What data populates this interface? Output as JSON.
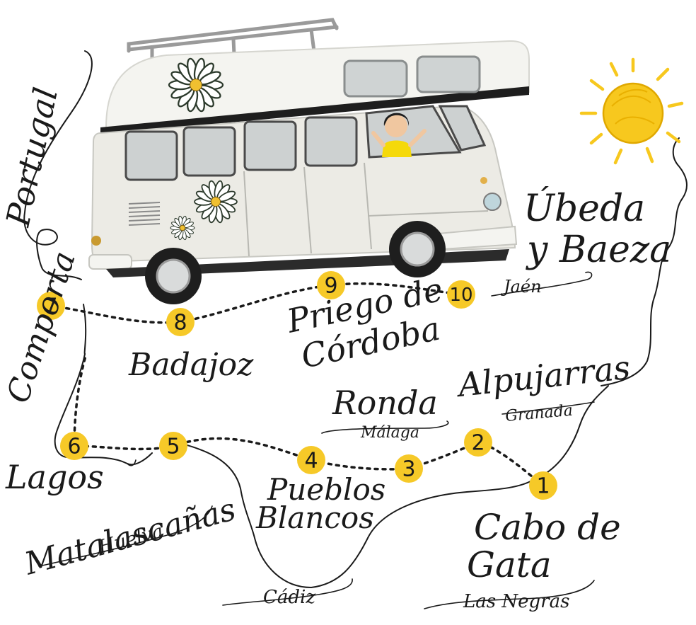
{
  "colors": {
    "marker": "#f6c928",
    "ink": "#1a1a1a",
    "sun": "#f7c81e",
    "van_body": "#ecebe5",
    "van_roof": "#f4f4f0",
    "shirt": "#f5d90a"
  },
  "map": {
    "country_label": "Portugal",
    "region_label": "Comporta",
    "stops": [
      {
        "number": "1",
        "name": "Cabo de Gata",
        "sub": "Las Negras"
      },
      {
        "number": "2",
        "name": "Alpujarras",
        "sub": "Granada"
      },
      {
        "number": "3",
        "name": "Ronda",
        "sub": "Málaga"
      },
      {
        "number": "4",
        "name": "Pueblos Blancos",
        "sub": ""
      },
      {
        "number": "5",
        "name": "Matalascañas",
        "sub": "Huelva"
      },
      {
        "number": "6",
        "name": "Lagos",
        "sub": ""
      },
      {
        "number": "7",
        "name": "Comporta",
        "sub": ""
      },
      {
        "number": "8",
        "name": "Badajoz",
        "sub": ""
      },
      {
        "number": "9",
        "name": "Priego de Córdoba",
        "sub": ""
      },
      {
        "number": "10",
        "name": "Úbeda y Baeza",
        "sub": "Jaén"
      }
    ],
    "other_labels": {
      "cadiz": "Cádiz"
    }
  },
  "decor": {
    "van": "camper-van-illustration",
    "sun": "sun-icon",
    "flowers": "daisy-icon"
  }
}
